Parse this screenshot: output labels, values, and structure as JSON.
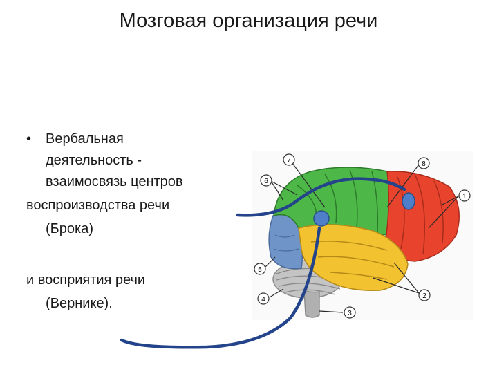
{
  "slide": {
    "title": "Мозговая организация речи",
    "bullet_symbol": "•",
    "lines": [
      "Вербальная",
      "деятельность -",
      "взаимосвязь центров",
      "воспроизводства речи",
      "(Брока)",
      "и восприятия речи",
      "(Вернике)."
    ]
  },
  "figure": {
    "callouts": [
      "1",
      "2",
      "3",
      "4",
      "5",
      "6",
      "7",
      "8"
    ]
  },
  "colors": {
    "frontal": "#e8432c",
    "parietal": "#4db848",
    "temporal": "#f2c230",
    "occipital": "#6f95c8",
    "cerebellum": "#b9b9b9",
    "arrow": "#23448a",
    "marker": "#4f7fc9"
  }
}
